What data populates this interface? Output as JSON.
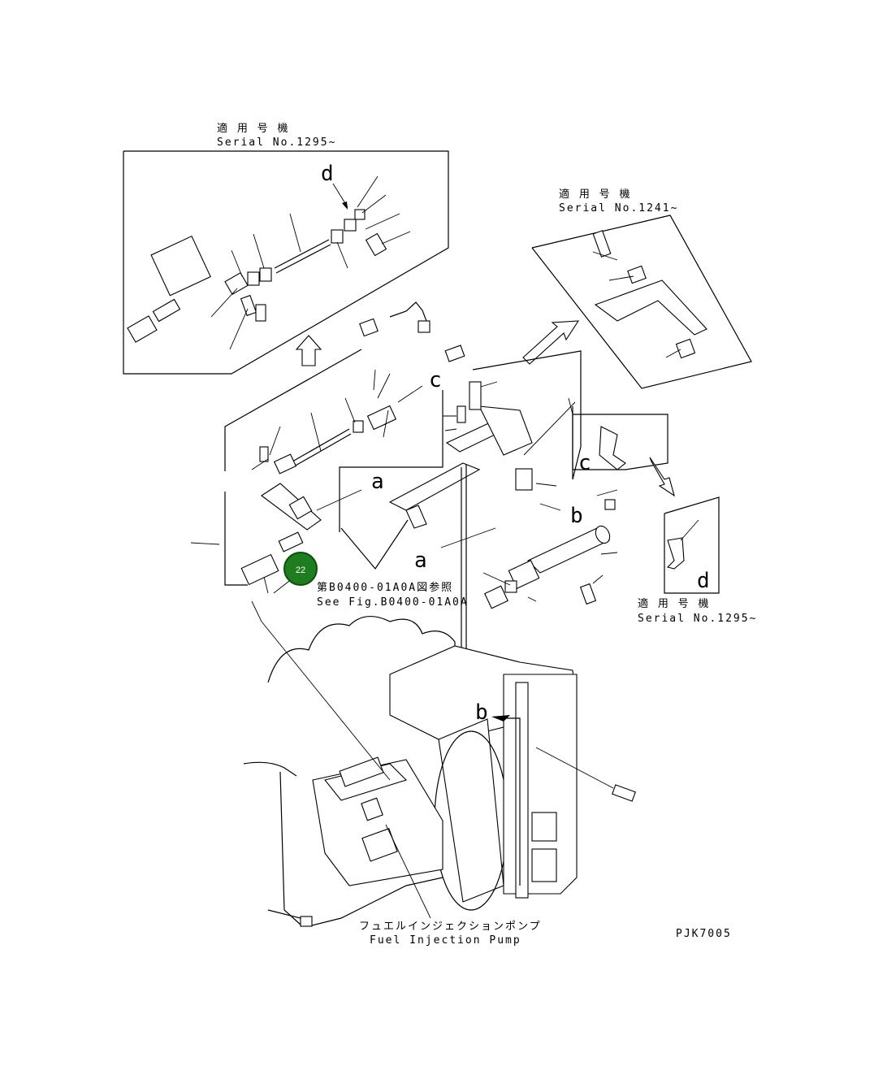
{
  "labels": {
    "top_left_applicable_jp": "適 用 号 機",
    "top_left_serial": "Serial No.1295~",
    "right_applicable_jp": "適 用 号 機",
    "right_serial": "Serial No.1241~",
    "bottom_right_applicable_jp": "適 用 号 機",
    "bottom_right_serial": "Serial No.1295~",
    "see_fig_jp": "第B0400-01A0A図参照",
    "see_fig_en": "See Fig.B0400-01A0A",
    "pump_jp": "フュエルインジェクションポンプ",
    "pump_en": "Fuel Injection Pump",
    "drawing_code": "PJK7005"
  },
  "reference_letters": {
    "d_top": "d",
    "c_upper": "c",
    "a_upper": "a",
    "a_lower": "a",
    "c_right": "c",
    "b_right": "b",
    "d_right": "d",
    "b_engine": "b"
  },
  "callout": {
    "number": "22",
    "color": "#1e7d1e"
  }
}
